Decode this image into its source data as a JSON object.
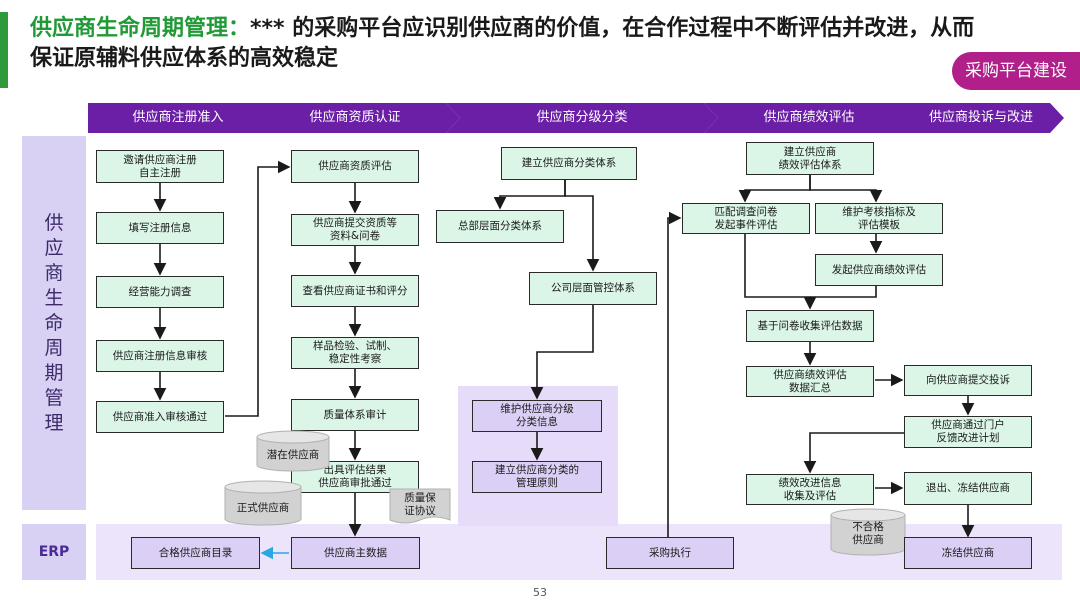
{
  "header": {
    "title_prefix": "供应商生命周期管理：",
    "title_rest": "*** 的采购平台应识别供应商的价值，在合作过程中不断评估并改进，从而保证原辅料供应体系的高效稳定",
    "badge": "采购平台建设"
  },
  "stages": [
    "供应商注册准入",
    "供应商资质认证",
    "供应商分级分类",
    "供应商绩效评估",
    "供应商投诉与改进"
  ],
  "lanes": {
    "main": "供应商生命周期管理",
    "erp": "ERP"
  },
  "col1": [
    "邀请供应商注册\n自主注册",
    "填写注册信息",
    "经营能力调查",
    "供应商注册信息审核",
    "供应商准入审核通过"
  ],
  "col2": [
    "供应商资质评估",
    "供应商提交资质等\n资料&问卷",
    "查看供应商证书和评分",
    "样品检验、试制、\n稳定性考察",
    "质量体系审计",
    "出具评估结果\n供应商审批通过"
  ],
  "col3": [
    "建立供应商分类体系",
    "总部层面分类体系",
    "公司层面管控体系",
    "维护供应商分级\n分类信息",
    "建立供应商分类的\n管理原则"
  ],
  "col4": [
    "建立供应商\n绩效评估体系",
    "匹配调查问卷\n发起事件评估",
    "维护考核指标及\n评估模板",
    "发起供应商绩效评估",
    "基于问卷收集评估数据",
    "供应商绩效评估\n数据汇总",
    "绩效改进信息\n收集及评估"
  ],
  "col5": [
    "向供应商提交投诉",
    "供应商通过门户\n反馈改进计划",
    "退出、冻结供应商"
  ],
  "stores": [
    "潜在供应商",
    "正式供应商",
    "质量保\n证协议",
    "不合格\n供应商"
  ],
  "erp": [
    "合格供应商目录",
    "供应商主数据",
    "采购执行",
    "冻结供应商"
  ],
  "page_number": "53"
}
